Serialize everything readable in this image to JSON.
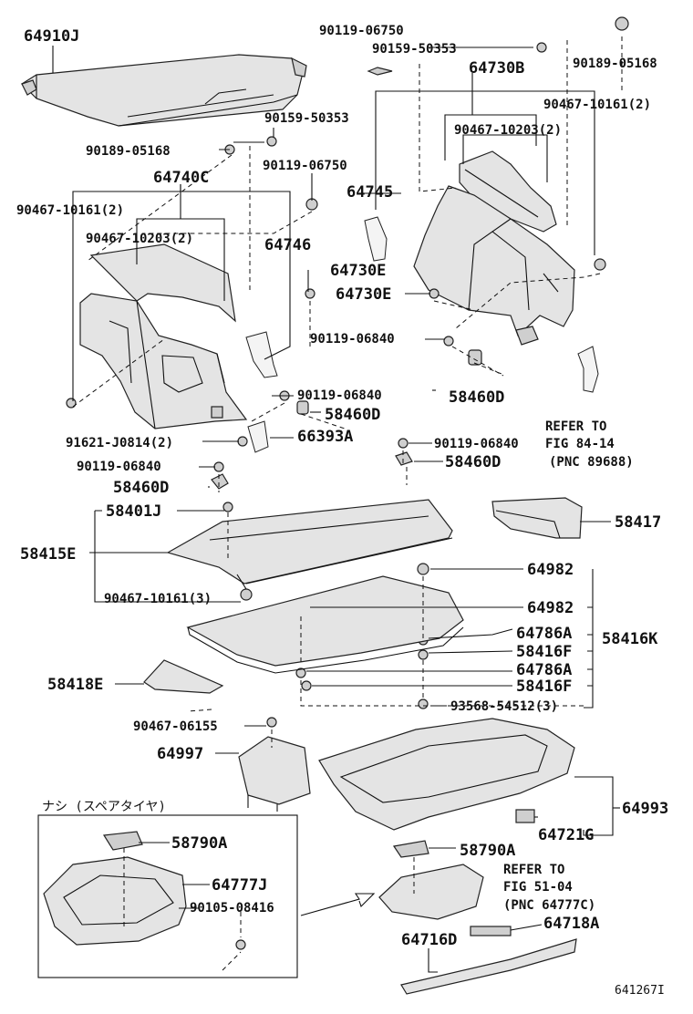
{
  "diagram_id": "641267I",
  "labels": {
    "p64910J": "64910J",
    "p90119_06750_top": "90119-06750",
    "p90159_50353_top": "90159-50353",
    "p90189_05168_top": "90189-05168",
    "p64730B": "64730B",
    "p90467_10161_2_right": "90467-10161(2)",
    "p90467_10203_2_right": "90467-10203(2)",
    "p90159_50353_left": "90159-50353",
    "p90189_05168_left": "90189-05168",
    "p90119_06750_left": "90119-06750",
    "p64740C": "64740C",
    "p90467_10161_2_left": "90467-10161(2)",
    "p90467_10203_2_left": "90467-10203(2)",
    "p64745": "64745",
    "p64746": "64746",
    "p64730E_a": "64730E",
    "p64730E_b": "64730E",
    "p90119_06840_r": "90119-06840",
    "p90119_06840_m": "90119-06840",
    "p58460D_r": "58460D",
    "p58460D_m": "58460D",
    "p91621_J0814_2": "91621-J0814(2)",
    "p66393A": "66393A",
    "p90119_06840_c": "90119-06840",
    "refer_to_1": "REFER TO",
    "fig_84_14": "FIG 84-14",
    "pnc_89688": "(PNC 89688)",
    "p90119_06840_l": "90119-06840",
    "p58460D_c": "58460D",
    "p58460D_l": "58460D",
    "p58401J": "58401J",
    "p58417": "58417",
    "p58415E": "58415E",
    "p64982_a": "64982",
    "p90467_10161_3": "90467-10161(3)",
    "p64982_b": "64982",
    "p64786A_a": "64786A",
    "p58416K": "58416K",
    "p58416F_a": "58416F",
    "p58418E": "58418E",
    "p64786A_b": "64786A",
    "p58416F_b": "58416F",
    "p93568_54512_3": "93568-54512(3)",
    "p90467_06155": "90467-06155",
    "p64997": "64997",
    "p64993": "64993",
    "nashi_spare": "ナシ (スペアタイヤ)",
    "p64721G": "64721G",
    "p58790A_a": "58790A",
    "p58790A_b": "58790A",
    "refer_to_2": "REFER TO",
    "p64777J": "64777J",
    "fig_51_04": "FIG 51-04",
    "p90105_08416": "90105-08416",
    "pnc_64777C": "(PNC 64777C)",
    "p64718A": "64718A",
    "p64716D": "64716D"
  }
}
